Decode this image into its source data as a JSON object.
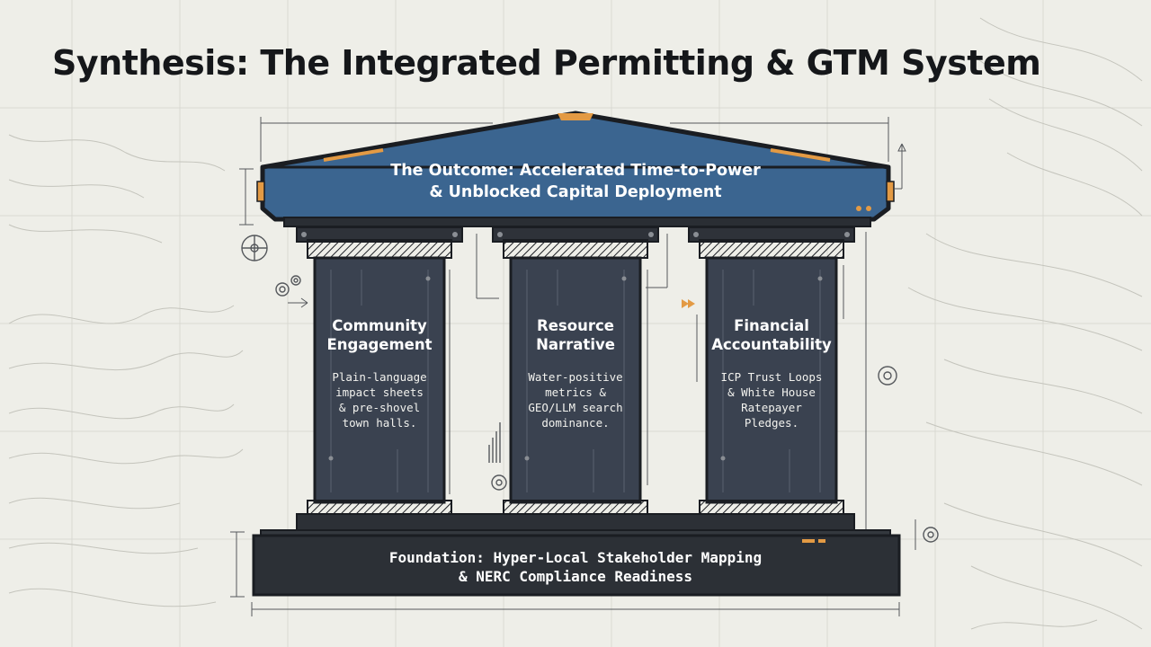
{
  "title": "Synthesis: The Integrated Permitting & GTM System",
  "roof": {
    "line1": "The Outcome: Accelerated Time-to-Power",
    "line2": "& Unblocked Capital Deployment"
  },
  "pillars": [
    {
      "title_lines": [
        "Community",
        "Engagement"
      ],
      "body_lines": [
        "Plain-language",
        "impact sheets",
        "& pre-shovel",
        "town halls."
      ]
    },
    {
      "title_lines": [
        "Resource",
        "Narrative"
      ],
      "body_lines": [
        "Water-positive",
        "metrics &",
        "GEO/LLM search",
        "dominance."
      ]
    },
    {
      "title_lines": [
        "Financial",
        "Accountability"
      ],
      "body_lines": [
        "ICP Trust Loops",
        "& White House",
        "Ratepayer",
        "Pledges."
      ]
    }
  ],
  "foundation": {
    "line1": "Foundation: Hyper-Local Stakeholder Mapping",
    "line2": "& NERC Compliance Readiness"
  },
  "colors": {
    "background": "#eeeee8",
    "roof": "#3b6590",
    "pillar": "#3a4250",
    "foundation": "#2c3036",
    "accent": "#e39a44",
    "ink": "#15171a"
  }
}
